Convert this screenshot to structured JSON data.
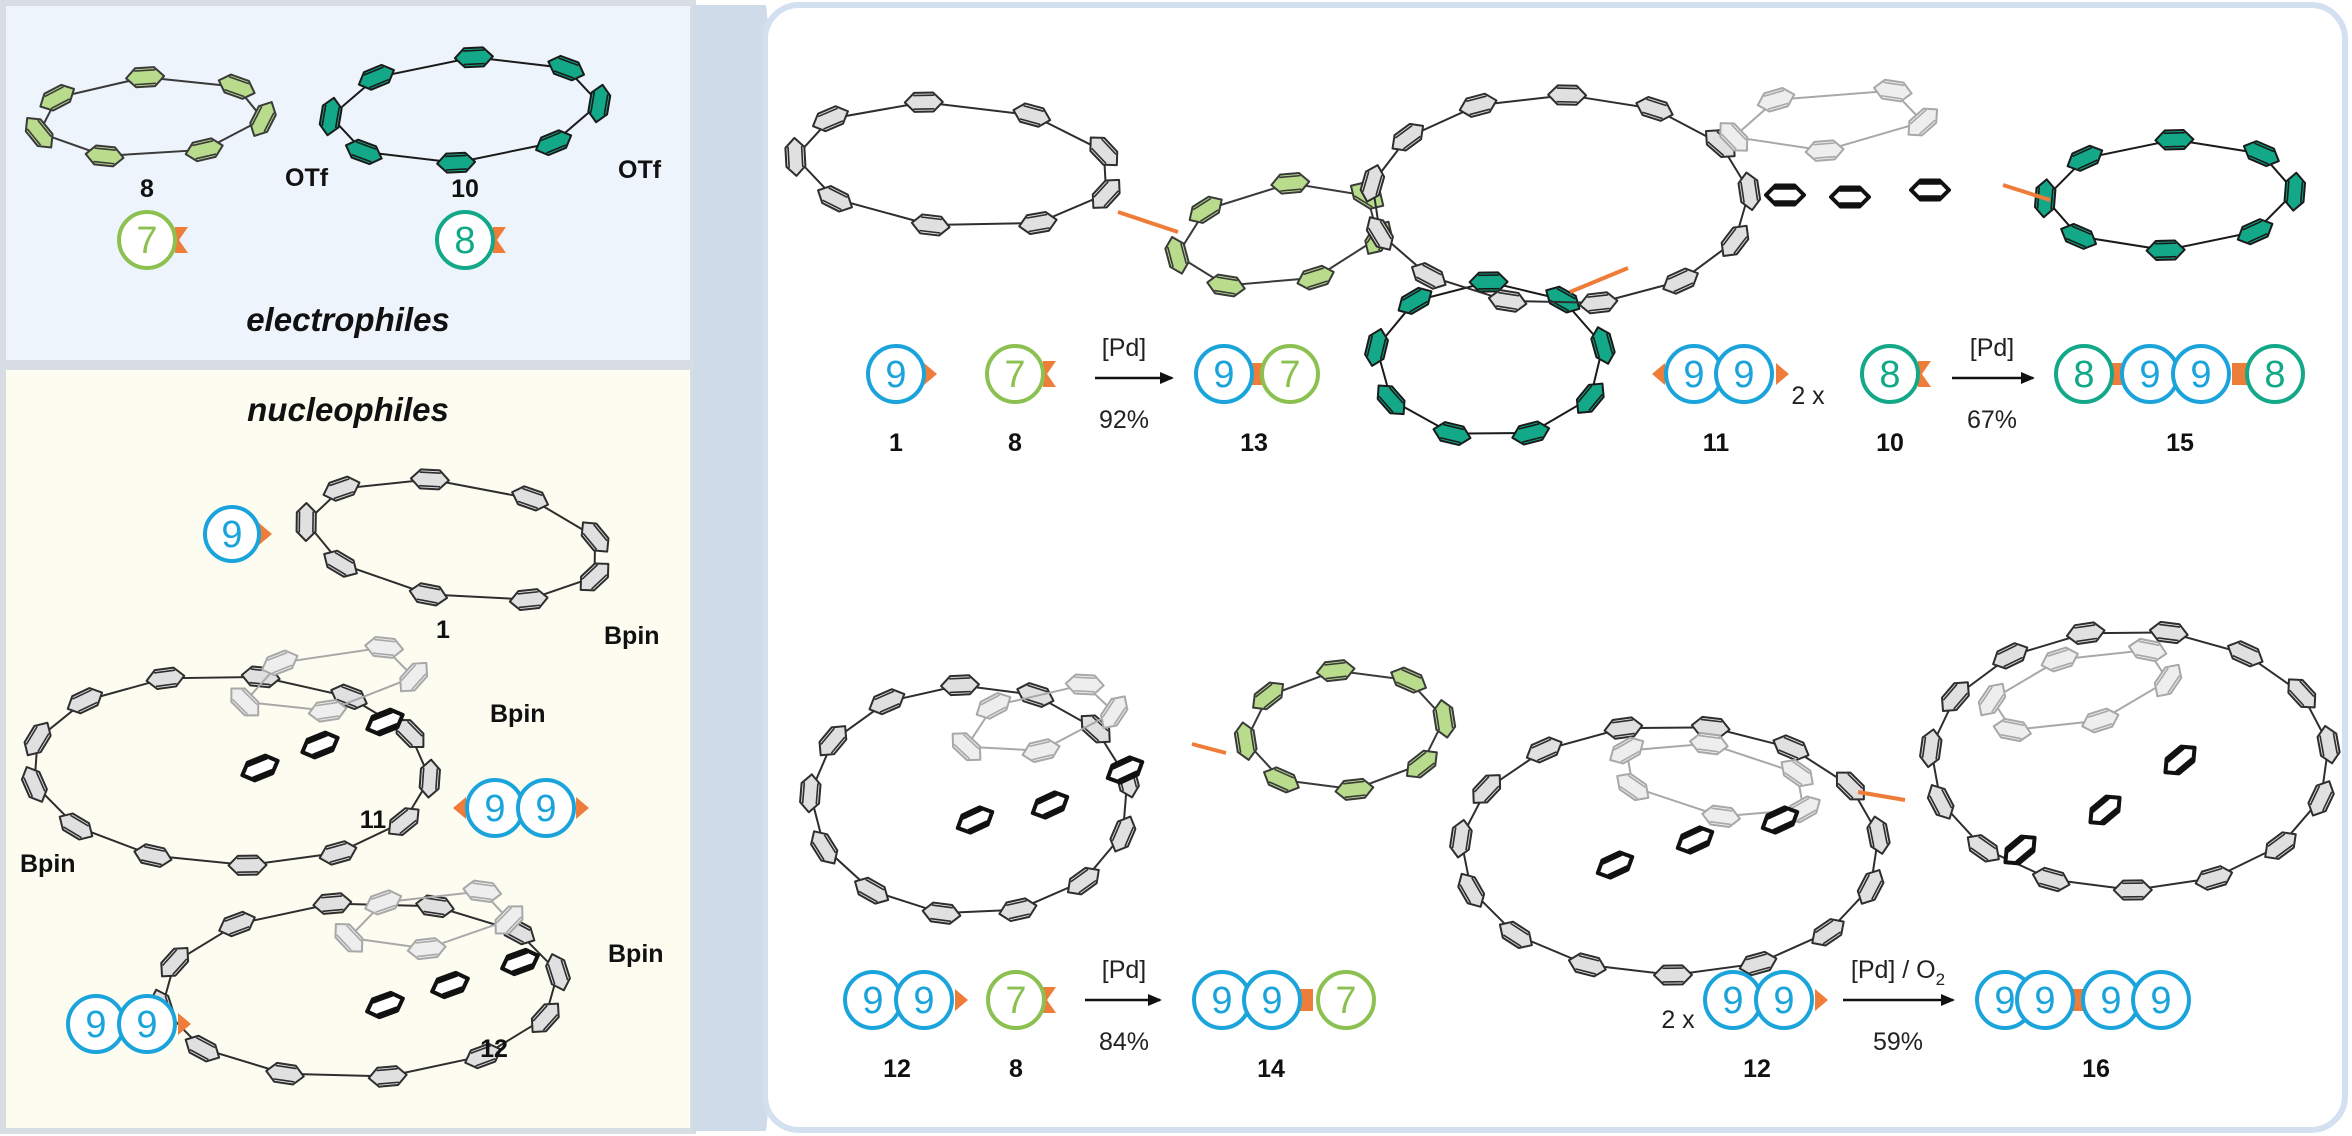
{
  "colors": {
    "gray_ring_fill": "#e0e0e0",
    "gray_ring_stroke": "#2e2e2e",
    "light_green_fill": "#b9dc8c",
    "teal_fill": "#13a888",
    "bond_orange": "#ee7d3a",
    "cyan": "#1ba4dc",
    "lime": "#8cc152",
    "teal": "#13a888",
    "left_top_bg": "#eef4fb",
    "left_bottom_bg": "#fdfcf0",
    "panel_border": "#d8dde3",
    "right_border": "#d3e0f0",
    "wedge": "#d0dbe9"
  },
  "electrophiles": {
    "title": "electrophiles",
    "c8": {
      "label": "8",
      "otf": "OTf",
      "ring": "7"
    },
    "c10": {
      "label": "10",
      "otf": "OTf",
      "ring": "8"
    }
  },
  "nucleophiles": {
    "title": "nucleophiles",
    "c1": {
      "label": "1",
      "bpin": "Bpin",
      "ring": "9"
    },
    "c11": {
      "label": "11",
      "bpin_a": "Bpin",
      "bpin_b": "Bpin",
      "ring_a": "9",
      "ring_b": "9"
    },
    "c12": {
      "label": "12",
      "bpin": "Bpin",
      "ring_a": "9",
      "ring_b": "9"
    }
  },
  "reactions": {
    "r1": {
      "a_ring": "9",
      "a_label": "1",
      "b_ring": "7",
      "b_label": "8",
      "cat": "[Pd]",
      "yield": "92%",
      "p_ring_a": "9",
      "p_ring_b": "7",
      "p_label": "13"
    },
    "r2": {
      "a_ring_a": "9",
      "a_ring_b": "9",
      "a_label": "11",
      "mult": "2 x",
      "b_ring": "8",
      "b_label": "10",
      "cat": "[Pd]",
      "yield": "67%",
      "p_rings": [
        "8",
        "9",
        "9",
        "8"
      ],
      "p_label": "15"
    },
    "r3": {
      "a_ring_a": "9",
      "a_ring_b": "9",
      "a_label": "12",
      "b_ring": "7",
      "b_label": "8",
      "cat": "[Pd]",
      "yield": "84%",
      "p_rings": [
        "9",
        "9",
        "7"
      ],
      "p_label": "14"
    },
    "r4": {
      "mult": "2 x",
      "a_ring_a": "9",
      "a_ring_b": "9",
      "a_label": "12",
      "cat_main": "[Pd] / O",
      "cat_sub": "2",
      "yield": "59%",
      "p_rings": [
        "9",
        "9",
        "9",
        "9"
      ],
      "p_label": "16"
    }
  }
}
